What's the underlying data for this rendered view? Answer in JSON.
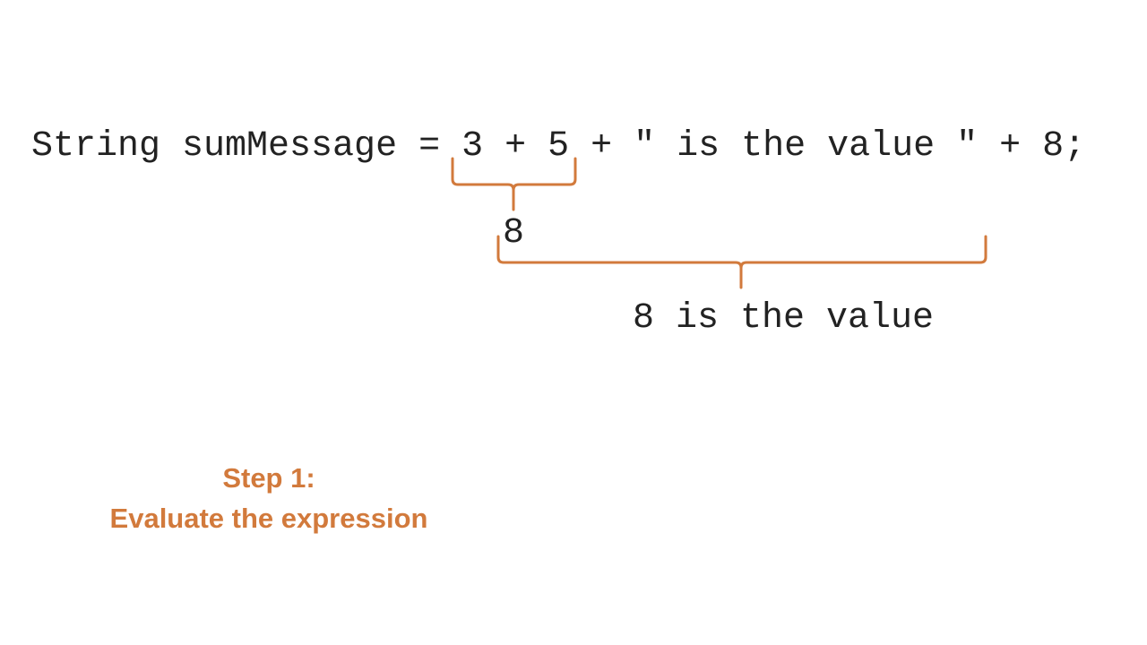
{
  "code_line": "String sumMessage = 3 + 5 + \" is the value \" + 8;",
  "intermediate_result": "8",
  "final_result": "8 is the value",
  "step": {
    "title": "Step 1:",
    "description": "Evaluate the expression"
  },
  "colors": {
    "accent": "#D27A3C",
    "text": "#222222",
    "background": "#FFFFFF"
  }
}
